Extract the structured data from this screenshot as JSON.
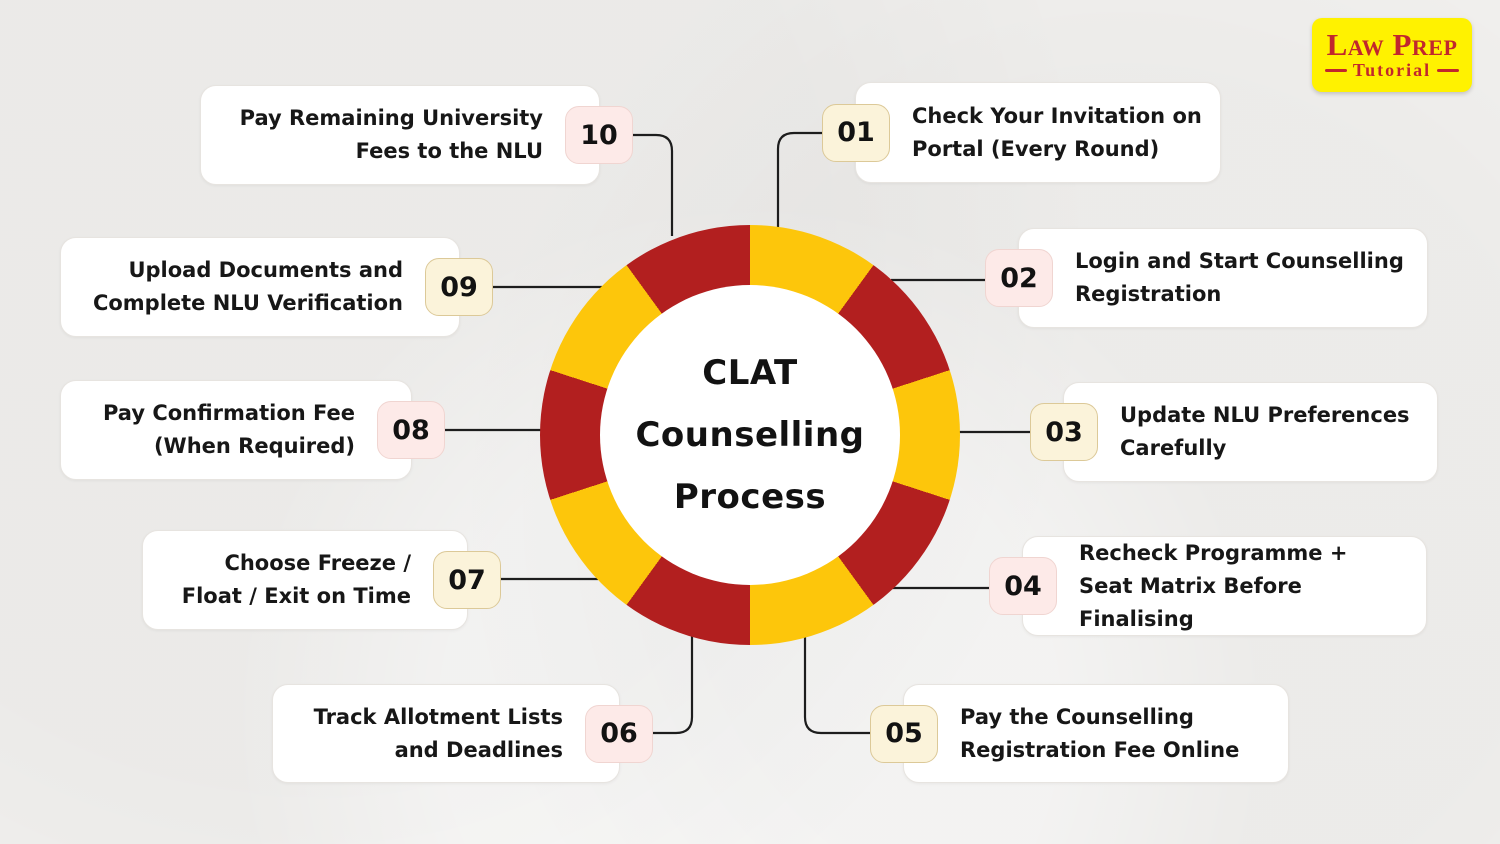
{
  "colors": {
    "background": "#f1f0ee",
    "ring_red": "#b21f1f",
    "ring_yellow": "#fdc60b",
    "badge_cream": "#fbf3da",
    "badge_pink": "#fdeae8",
    "connector": "#1d1d1d",
    "logo_yellow": "#fff200",
    "logo_red": "#c1272d"
  },
  "center": {
    "lines": [
      "CLAT",
      "Counselling",
      "Process"
    ]
  },
  "ring": {
    "segments": 10,
    "alternating_colors": [
      "#fdc60b",
      "#b21f1f"
    ]
  },
  "steps": [
    {
      "number": "01",
      "label": "Check Your Invitation on Portal (Every Round)",
      "badge": "cream",
      "side": "right"
    },
    {
      "number": "02",
      "label": "Login and Start Counselling Registration",
      "badge": "pink",
      "side": "right"
    },
    {
      "number": "03",
      "label": "Update NLU Preferences Carefully",
      "badge": "cream",
      "side": "right"
    },
    {
      "number": "04",
      "label": "Recheck Programme + Seat Matrix Before Finalising",
      "badge": "pink",
      "side": "right"
    },
    {
      "number": "05",
      "label": "Pay the Counselling Registration Fee Online",
      "badge": "cream",
      "side": "right"
    },
    {
      "number": "06",
      "label": "Track Allotment Lists and Deadlines",
      "badge": "pink",
      "side": "left"
    },
    {
      "number": "07",
      "label": "Choose Freeze / Float / Exit on Time",
      "badge": "cream",
      "side": "left"
    },
    {
      "number": "08",
      "label": "Pay Confirmation Fee (When Required)",
      "badge": "pink",
      "side": "left"
    },
    {
      "number": "09",
      "label": "Upload Documents and Complete NLU Verification",
      "badge": "cream",
      "side": "left"
    },
    {
      "number": "10",
      "label": "Pay Remaining University Fees to the NLU",
      "badge": "pink",
      "side": "left"
    }
  ],
  "logo": {
    "line1": "Law Prep",
    "line2": "Tutorial"
  }
}
